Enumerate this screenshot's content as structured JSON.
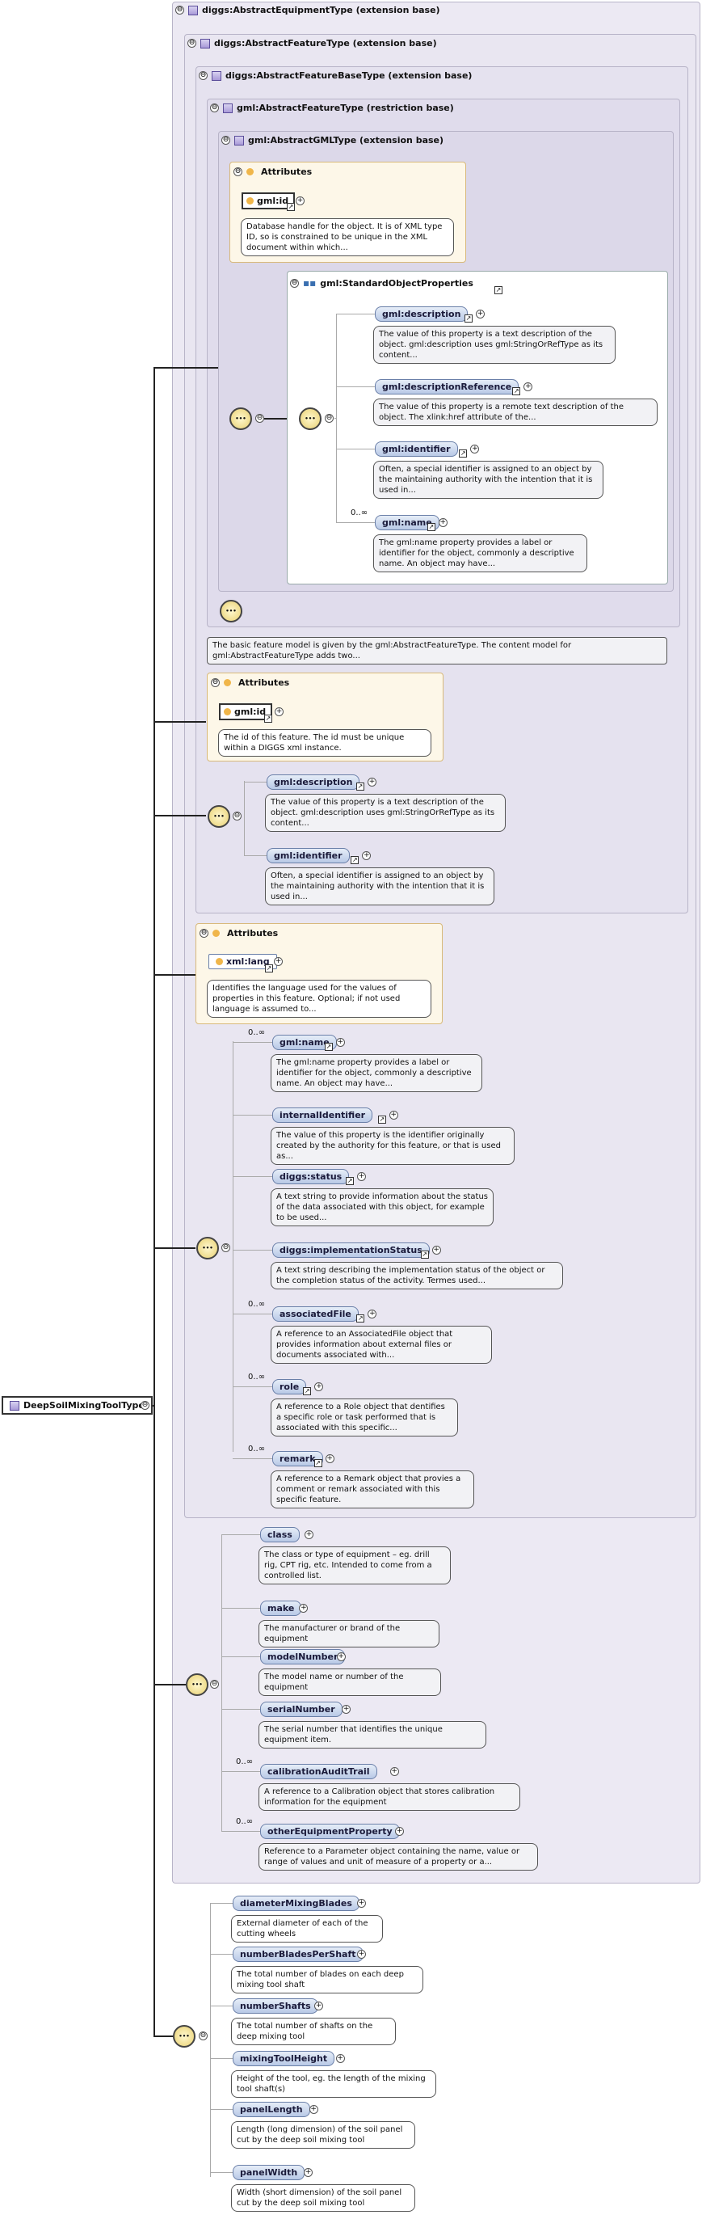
{
  "root": {
    "label": "DeepSoilMixingToolType"
  },
  "ext1": {
    "label": "diggs:AbstractEquipmentType (extension base)"
  },
  "ext2": {
    "label": "diggs:AbstractFeatureType (extension base)"
  },
  "ext3": {
    "label": "diggs:AbstractFeatureBaseType (extension base)"
  },
  "ext4": {
    "label": "gml:AbstractFeatureType (restriction base)"
  },
  "ext5": {
    "label": "gml:AbstractGMLType (extension base)"
  },
  "attrs1": {
    "title": "Attributes",
    "name": "gml:id",
    "doc": "Database handle for the object. It is of XML type ID, so is constrained to be unique in the XML document within which..."
  },
  "sop": {
    "label": "gml:StandardObjectProperties"
  },
  "sopItems": [
    {
      "name": "gml:description",
      "mult": "",
      "doc": "The value of this property is a text description of the object. gml:description uses gml:StringOrRefType as its content..."
    },
    {
      "name": "gml:descriptionReference",
      "mult": "",
      "doc": "The value of this property is a remote text description of the object. The xlink:href attribute of the..."
    },
    {
      "name": "gml:identifier",
      "mult": "",
      "doc": "Often, a special identifier is assigned to an object by the maintaining authority with the intention that it is used in..."
    },
    {
      "name": "gml:name",
      "mult": "0..∞",
      "doc": "The gml:name property provides a label or identifier for the object, commonly a descriptive name. An object may have..."
    }
  ],
  "ext4doc": "The basic feature model is given by the gml:AbstractFeatureType. The content model for gml:AbstractFeatureType adds two...",
  "attrs2": {
    "title": "Attributes",
    "name": "gml:id",
    "doc": "The id of this feature. The id must be unique within a DIGGS xml instance."
  },
  "seq2": [
    {
      "name": "gml:description",
      "doc": "The value of this property is a text description of the object. gml:description uses gml:StringOrRefType as its content..."
    },
    {
      "name": "gml:identifier",
      "doc": "Often, a special identifier is assigned to an object by the maintaining authority with the intention that it is used in..."
    }
  ],
  "attrs3": {
    "title": "Attributes",
    "name": "xml:lang",
    "doc": "Identifies the language used for the values of properties in this feature. Optional; if not used language is assumed to..."
  },
  "seq3": [
    {
      "name": "gml:name",
      "mult": "0..∞",
      "doc": "The gml:name property provides a label or identifier for the object, commonly a descriptive name. An object may have..."
    },
    {
      "name": "internalIdentifier",
      "mult": "",
      "doc": "The value of this property is the identifier originally created by the authority for this feature, or that is used as..."
    },
    {
      "name": "diggs:status",
      "mult": "",
      "doc": "A text string to provide information about the status of the data associated with this object, for example to be used..."
    },
    {
      "name": "diggs:implementationStatus",
      "mult": "",
      "doc": "A text string describing the implementation status of the object or the completion status of the activity. Termes used..."
    },
    {
      "name": "associatedFile",
      "mult": "0..∞",
      "doc": "A reference to an AssociatedFile object that provides information about external files or documents associated with..."
    },
    {
      "name": "role",
      "mult": "0..∞",
      "doc": "A reference to a Role object that dentifies a specific role or task performed that is associated with this specific..."
    },
    {
      "name": "remark",
      "mult": "0..∞",
      "doc": "A reference to a Remark object that provies a comment or remark associated with this specific feature."
    }
  ],
  "seq4": [
    {
      "name": "class",
      "mult": "",
      "doc": "The class or type of equipment – eg. drill rig, CPT rig, etc. Intended to come from a controlled list."
    },
    {
      "name": "make",
      "mult": "",
      "doc": "The manufacturer or brand of the equipment"
    },
    {
      "name": "modelNumber",
      "mult": "",
      "doc": "The model name or number of the equipment"
    },
    {
      "name": "serialNumber",
      "mult": "",
      "doc": "The serial number that identifies the unique equipment item."
    },
    {
      "name": "calibrationAuditTrail",
      "mult": "0..∞",
      "doc": "A reference to a Calibration object that stores calibration information for the equipment"
    },
    {
      "name": "otherEquipmentProperty",
      "mult": "0..∞",
      "doc": "Reference to a Parameter object containing the name, value or range of values and unit of measure of a property or a..."
    }
  ],
  "seq5": [
    {
      "name": "diameterMixingBlades",
      "doc": "External diameter of each of the cutting wheels"
    },
    {
      "name": "numberBladesPerShaft",
      "doc": "The total number of blades on each deep mixing tool shaft"
    },
    {
      "name": "numberShafts",
      "doc": "The total number of shafts on the deep mixing tool"
    },
    {
      "name": "mixingToolHeight",
      "doc": "Height of the tool, eg. the length of the mixing tool shaft(s)"
    },
    {
      "name": "panelLength",
      "doc": "Length (long dimension) of the soil panel cut by the deep soil mixing tool"
    },
    {
      "name": "panelWidth",
      "doc": "Width (short dimension) of the soil panel cut by the deep soil mixing tool"
    }
  ],
  "symbols": {
    "toggle": "⊖",
    "plus": "+",
    "arrow": "↗",
    "seq": "•••"
  }
}
